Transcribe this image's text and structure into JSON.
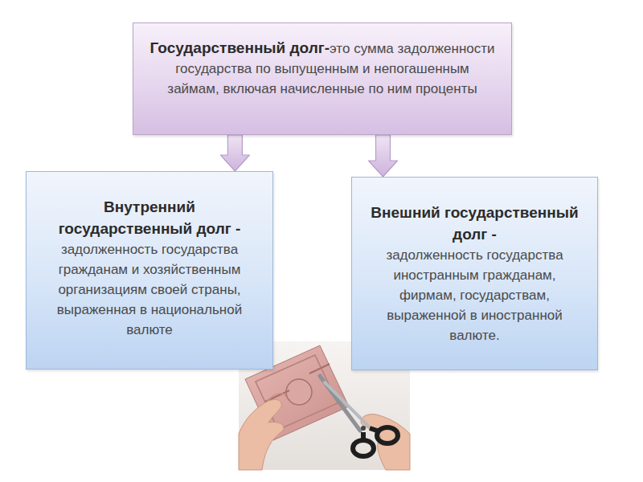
{
  "diagram": {
    "nodes": [
      {
        "text": [
          "Государственный долг-",
          "это сумма задолженности государства по выпущенным и непогашенным займам, включая начисленные по ним проценты"
        ]
      },
      {
        "text": [
          "Внутренний государственный долг -",
          "задолженность государства гражданам и хозяйственным организациям своей страны, выраженная в национальной валюте"
        ]
      },
      {
        "text": [
          "Внешний государственный долг -",
          "задолженность государства иностранным гражданам, фирмам, государствам, выраженной в иностранной валюте."
        ]
      }
    ],
    "edges": [
      {
        "from": 0,
        "to": 1,
        "arrow": "to"
      },
      {
        "from": 0,
        "to": 2,
        "arrow": "to"
      }
    ]
  }
}
